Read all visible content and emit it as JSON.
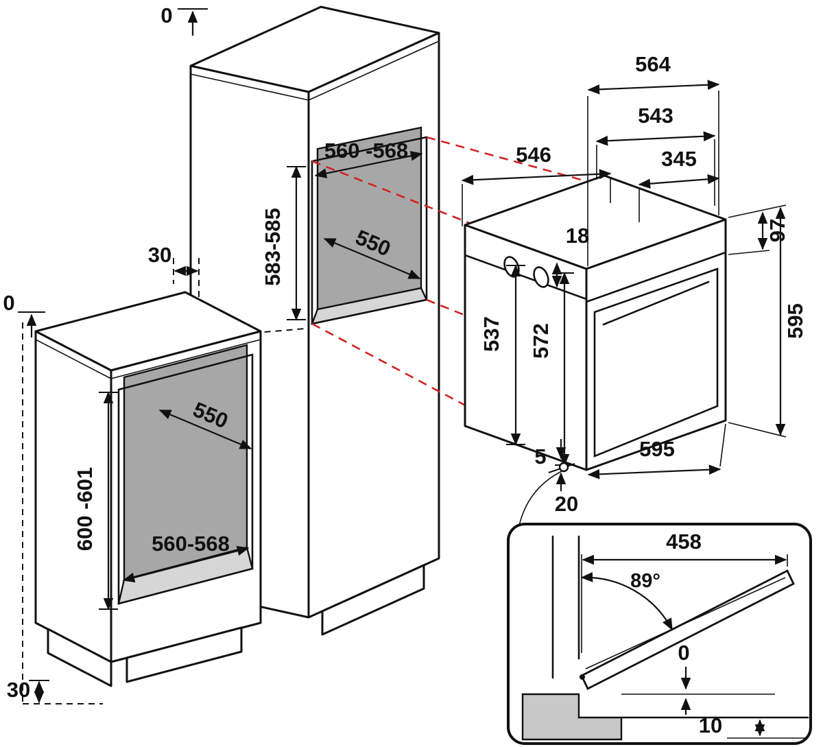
{
  "meta": {
    "drawing": "built-in oven niche installation dimensions"
  },
  "colors": {
    "line": "#111111",
    "projection": "#d32222",
    "niche_back": "#a7a7a7",
    "niche_floor": "#d6d6d6",
    "plinth_section": "#c8c8c8"
  },
  "labels": {
    "tall_unit": {
      "gap_top": "0",
      "niche_width": "560 -568",
      "niche_height": "583-585",
      "niche_depth": "550",
      "gap_wall": "30"
    },
    "base_unit": {
      "gap_top": "0",
      "niche_depth": "550",
      "niche_height": "600 -601",
      "niche_width": "560-568",
      "gap_bottom": "30"
    },
    "oven": {
      "depth_total": "564",
      "depth_body": "543",
      "depth_housing": "546",
      "depth_partial": "345",
      "inset_top": "18",
      "panel_height": "97",
      "height_body": "537",
      "height_front": "572",
      "height_total": "595",
      "width_total": "595",
      "gap_bottom": "5",
      "offset_front": "20"
    },
    "detail": {
      "door_reach": "458",
      "door_angle": "89°",
      "gap_flush": "0",
      "plinth_recess": "10"
    }
  }
}
